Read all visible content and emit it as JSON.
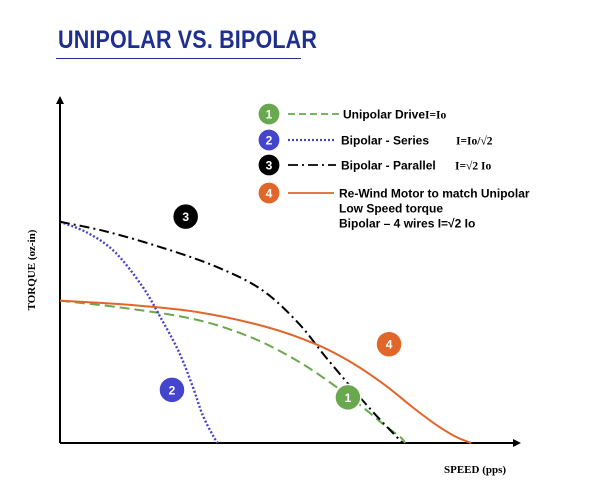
{
  "title": "UNIPOLAR VS. BIPOLAR",
  "colors": {
    "title": "#1f2f8f",
    "unipolar": "#6aa84f",
    "bipolar_series": "#4444cc",
    "bipolar_parallel": "#000000",
    "rewind": "#e0662a"
  },
  "chart_data": {
    "type": "line",
    "xlabel": "SPEED (pps)",
    "ylabel": "TORQUE (oz-in)",
    "grid": false,
    "legend_position": "top-right",
    "xlim": [
      0,
      100
    ],
    "ylim": [
      0,
      100
    ],
    "series": [
      {
        "marker": "1",
        "name": "Unipolar Drive",
        "formula": "I=Io",
        "line_style": "dashed",
        "color": "#6aa84f",
        "x": [
          0,
          15,
          30,
          42,
          52,
          60,
          66,
          71,
          74.5,
          75.5
        ],
        "y": [
          41.5,
          39.2,
          35.9,
          30.7,
          23.9,
          16.8,
          10.7,
          5.2,
          1.7,
          0
        ]
      },
      {
        "marker": "2",
        "name": "Bipolar - Series",
        "formula": "I=Io/√2",
        "line_style": "dotted",
        "color": "#4444cc",
        "x": [
          0,
          6,
          12,
          18,
          22,
          26,
          29,
          31.2,
          33.5,
          34.5
        ],
        "y": [
          64.5,
          61.3,
          55.7,
          45.7,
          36.6,
          26.6,
          16.6,
          8.2,
          2.1,
          0
        ]
      },
      {
        "marker": "3",
        "name": "Bipolar - Parallel",
        "formula": "I=√2 Io",
        "line_style": "dash-dot",
        "color": "#000000",
        "x": [
          0,
          10,
          22,
          34,
          44,
          52,
          58,
          64,
          69,
          73,
          75
        ],
        "y": [
          64.5,
          61.7,
          57.1,
          51.5,
          44.8,
          35.2,
          25.3,
          15.8,
          8.3,
          2.7,
          0
        ]
      },
      {
        "marker": "4",
        "name": "Re-Wind Motor to match Unipolar",
        "name_line2": "Low Speed torque",
        "name_line3": "Bipolar – 4 wires I=√2  Io",
        "line_style": "solid",
        "color": "#e0662a",
        "x": [
          0,
          15,
          30,
          45,
          56,
          64,
          71,
          77,
          82,
          86.5,
          90
        ],
        "y": [
          41.5,
          40.3,
          38.2,
          33.9,
          28.8,
          23.3,
          17.0,
          10.6,
          5.6,
          1.9,
          0
        ]
      }
    ],
    "annotations": [
      {
        "label": "3",
        "x": 27.5,
        "y": 66.0,
        "color": "#000000"
      },
      {
        "label": "2",
        "x": 24.5,
        "y": 15.5,
        "color": "#4444cc"
      },
      {
        "label": "1",
        "x": 63.0,
        "y": 13.3,
        "color": "#6aa84f"
      },
      {
        "label": "4",
        "x": 72.0,
        "y": 28.8,
        "color": "#e0662a"
      }
    ]
  }
}
